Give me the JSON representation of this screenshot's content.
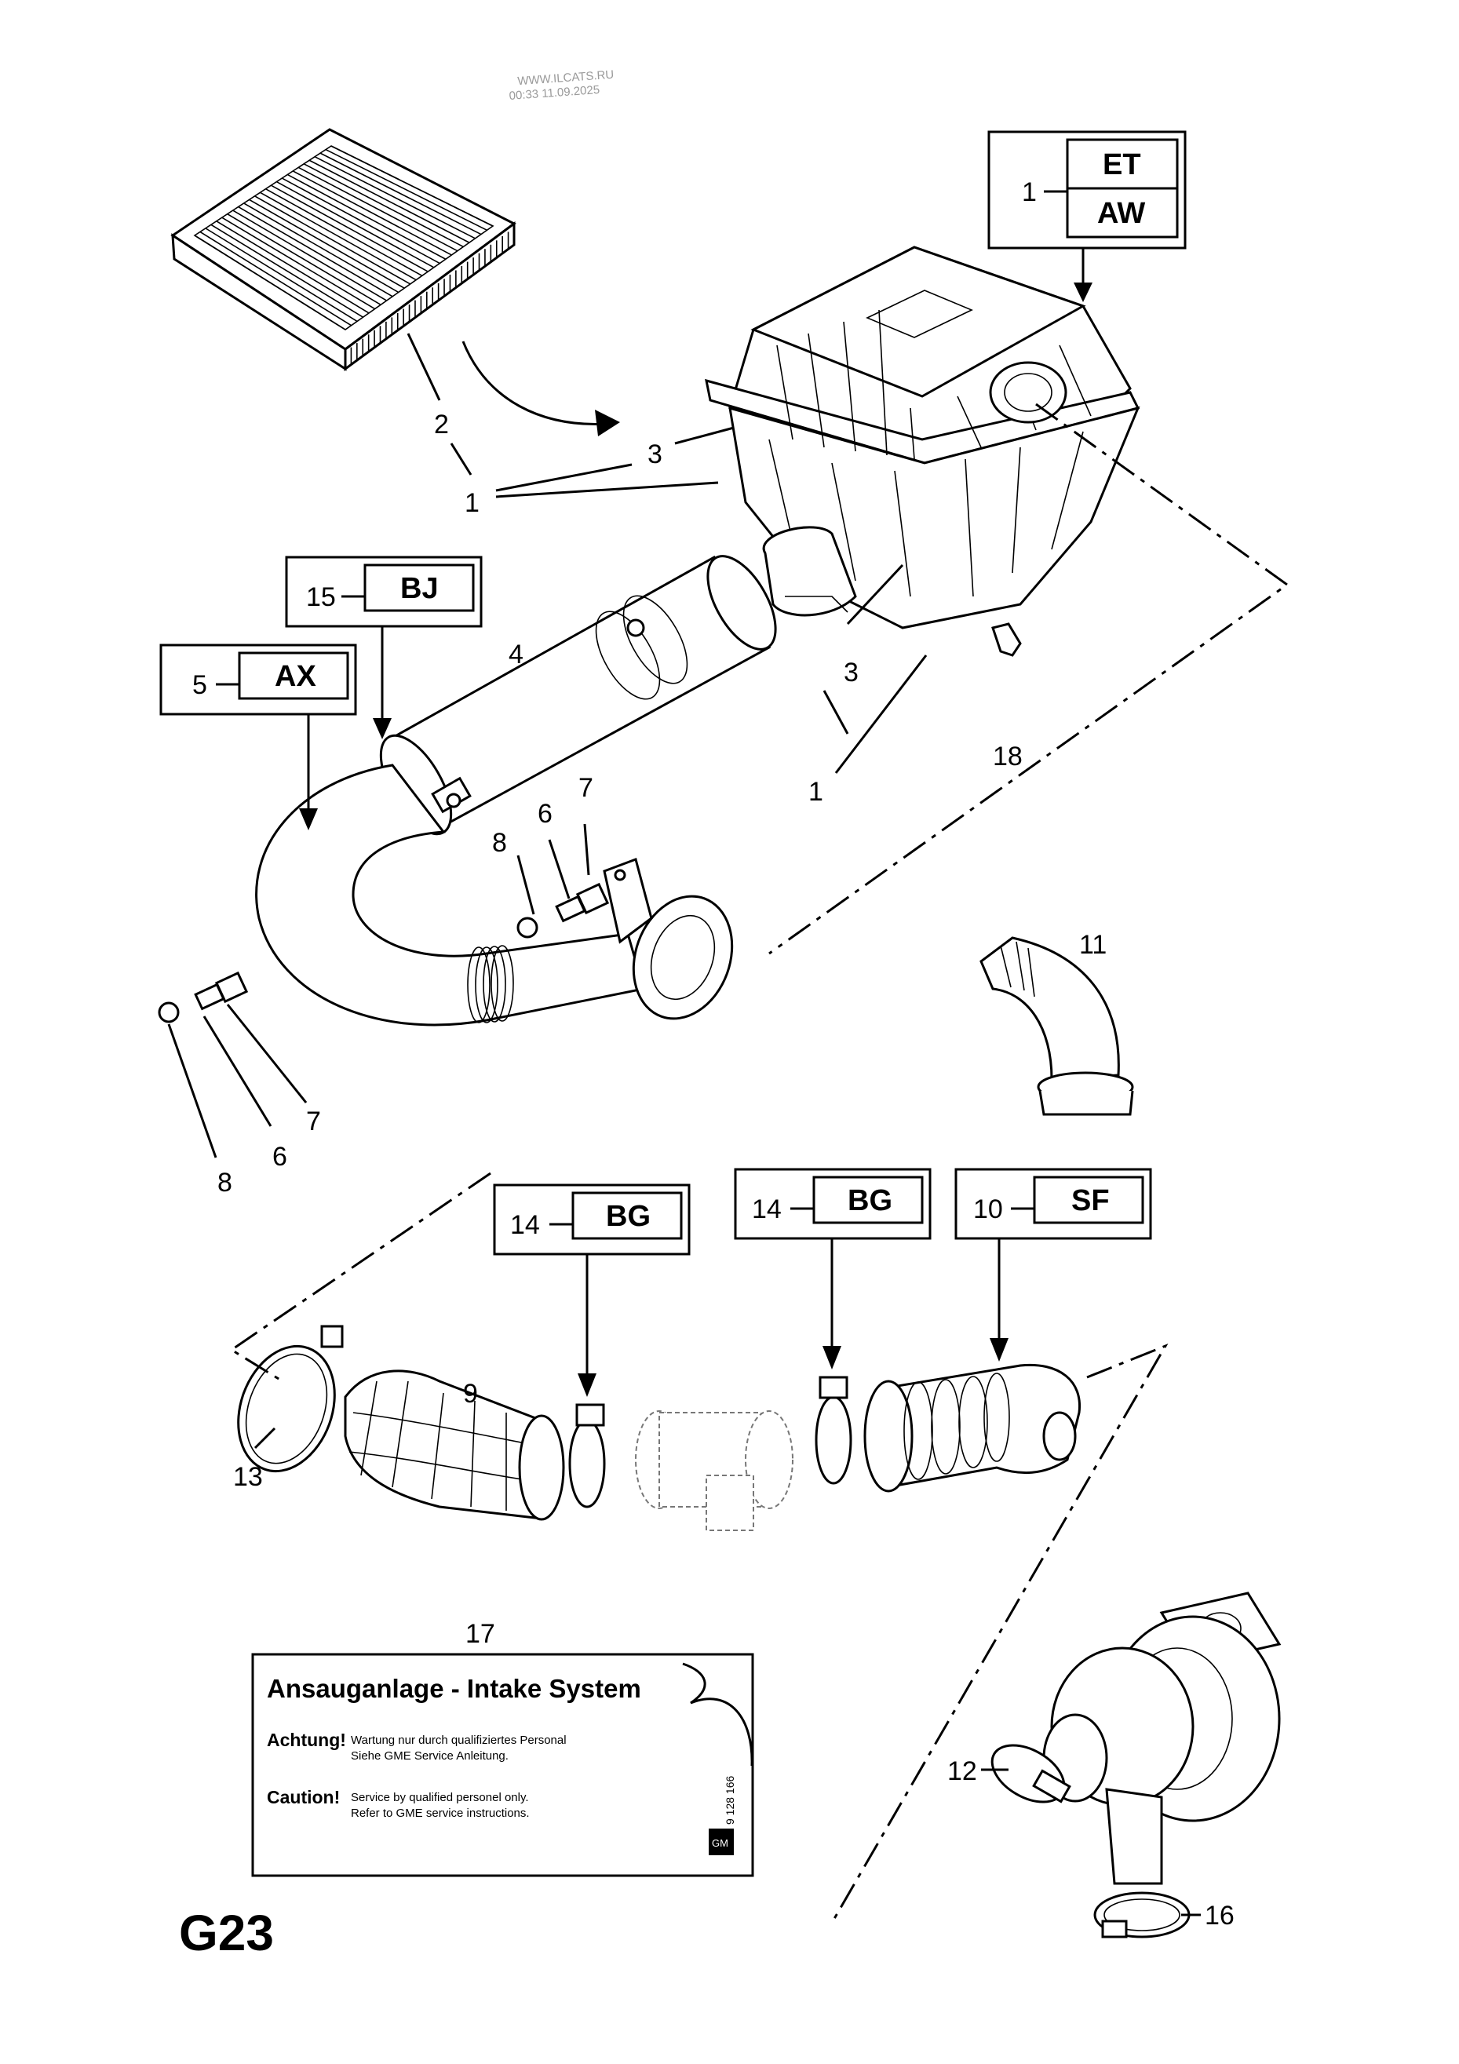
{
  "watermark": {
    "line1": "WWW.ILCATS.RU",
    "line2": "00:33 11.09.2025"
  },
  "page_id": "G23",
  "callouts": [
    {
      "num": "1",
      "code_top": "ET",
      "code_bottom": "AW"
    },
    {
      "num": "15",
      "code": "BJ"
    },
    {
      "num": "5",
      "code": "AX"
    },
    {
      "num": "14",
      "code": "BG"
    },
    {
      "num": "14",
      "code": "BG"
    },
    {
      "num": "10",
      "code": "SF"
    }
  ],
  "part_numbers": [
    "2",
    "3",
    "1",
    "4",
    "3",
    "1",
    "18",
    "8",
    "6",
    "7",
    "7",
    "6",
    "8",
    "11",
    "9",
    "13",
    "17",
    "12",
    "16"
  ],
  "label": {
    "title": "Ansauganlage - Intake System",
    "achtung_heading": "Achtung!",
    "achtung_line1": "Wartung nur durch qualifiziertes Personal",
    "achtung_line2": "Siehe GME Service Anleitung.",
    "caution_heading": "Caution!",
    "caution_line1": "Service by qualified personel only.",
    "caution_line2": "Refer to GME service instructions.",
    "code": "9 128 166",
    "logo": "GM"
  }
}
